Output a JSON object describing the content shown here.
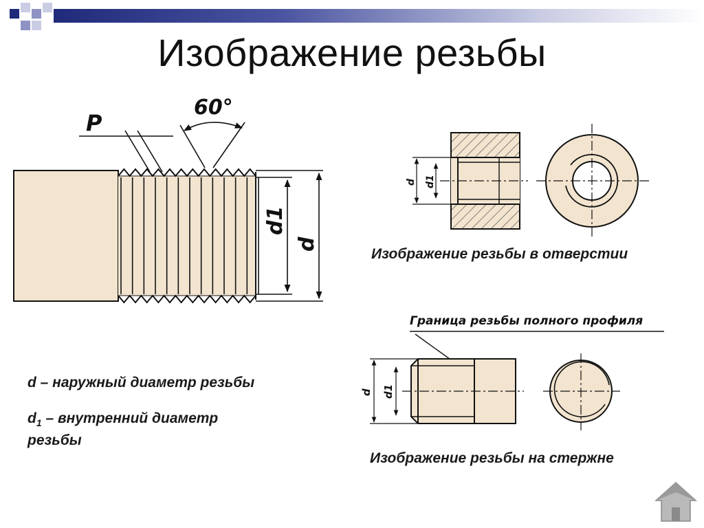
{
  "slide": {
    "title": "Изображение резьбы"
  },
  "diagram": {
    "pitch_label": "P",
    "angle_label": "60°",
    "big_d1_label": "d1",
    "big_d_label": "d",
    "hole_d_label": "d",
    "hole_d1_label": "d1",
    "hole_caption": "Изображение резьбы в отверстии",
    "rod_boundary_label": "Граница резьбы полного профиля",
    "rod_d_label": "d",
    "rod_d1_label": "d1",
    "rod_caption": "Изображение резьбы на стержне"
  },
  "legend": {
    "line1": "d – наружный диаметр резьбы",
    "line2_symbol": "d",
    "line2_sub": "1",
    "line2_text": " – внутренний диаметр",
    "line3": "резьбы"
  },
  "colors": {
    "paper": "#f2e4cf",
    "ink": "#111111",
    "accent": "#1f2a7a"
  },
  "icons": {
    "home": "home-icon"
  }
}
